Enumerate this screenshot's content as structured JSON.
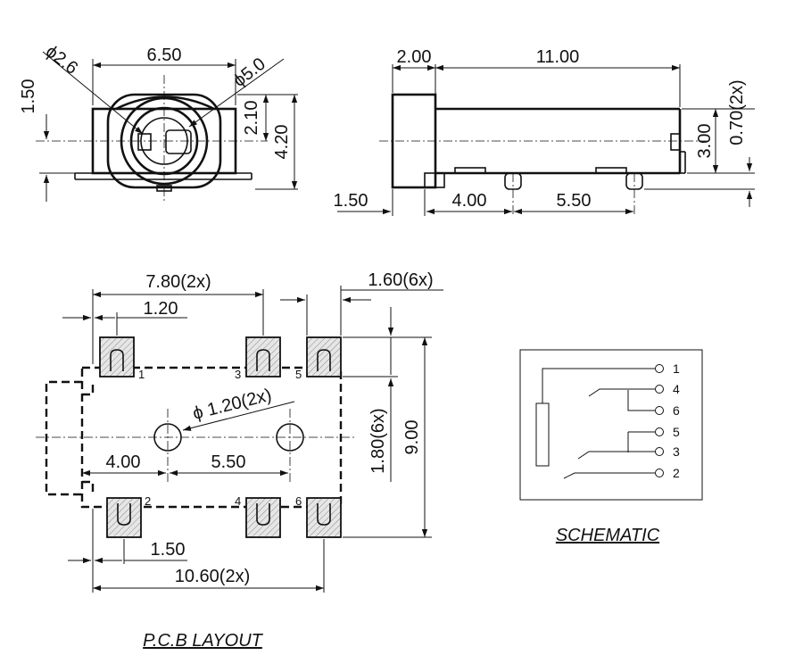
{
  "front_view": {
    "dim_width": "6.50",
    "dim_hole_small": "ϕ2.6",
    "dim_hole_large": "ϕ5.0",
    "dim_left_height": "1.50",
    "dim_right_small": "2.10",
    "dim_right_height": "4.20"
  },
  "side_view": {
    "dim_head": "2.00",
    "dim_length": "11.00",
    "dim_body_height": "3.00",
    "dim_pin_height": "0.70(2x)",
    "dim_bottom_left": "1.50",
    "dim_peg_1": "4.00",
    "dim_peg_2": "5.50"
  },
  "pcb_layout": {
    "dim_pitch": "7.80(2x)",
    "dim_pad_width": "1.60(6x)",
    "dim_offset": "1.20",
    "dim_hole": "ϕ 1.20(2x)",
    "dim_hole_1": "4.00",
    "dim_hole_2": "5.50",
    "dim_pad_height": "1.80(6x)",
    "dim_total_height": "9.00",
    "dim_bottom_offset": "1.50",
    "dim_total_width": "10.60(2x)",
    "pads": [
      {
        "label": "1"
      },
      {
        "label": "3"
      },
      {
        "label": "5"
      },
      {
        "label": "2"
      },
      {
        "label": "4"
      },
      {
        "label": "6"
      }
    ],
    "caption": "P.C.B LAYOUT"
  },
  "schematic": {
    "pins": [
      "1",
      "4",
      "6",
      "5",
      "3",
      "2"
    ],
    "caption": "SCHEMATIC"
  }
}
